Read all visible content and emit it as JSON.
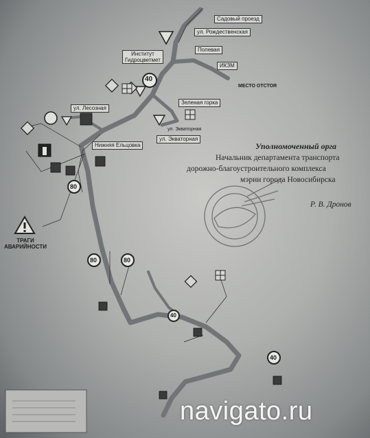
{
  "map": {
    "streets": {
      "sadovy": "Садовый проезд",
      "rozhdestvenskaya": "ул. Рождественская",
      "polevaya": "Полевая",
      "ikzm": "ИКЗМ",
      "mesto_otstoya": "МЕСТО ОТСТОЯ",
      "institut_line1": "Институт",
      "institut_line2": "Гидроцветмет",
      "zelenaya_gorka": "Зеленая горка",
      "ekvatornaya_small": "ул. Экваторная",
      "ekvatornaya": "ул. Экваторная",
      "lesoznaya": "ул. Лесозная",
      "nizhnyaya_eltsovka": "Нижняя Ельцовка"
    },
    "speed_limits": [
      "40",
      "80",
      "80",
      "80",
      "40",
      "40"
    ],
    "hazard_line1": "ТРАГИ",
    "hazard_line2": "АВАРИЙНОСТИ"
  },
  "document": {
    "title": "Уполномоченный орга",
    "line1": "Начальник департамента транспорта",
    "line2": "дорожно-благоустроительного комплекса",
    "line3": "мэрии города Новосибирска",
    "signature": "Р. В. Дронов"
  },
  "watermark": "navigato.ru",
  "colors": {
    "paper": "#c4c5c2",
    "road": "#707477",
    "ink": "#1e1e1e",
    "watermark": "#f4f4f4"
  }
}
